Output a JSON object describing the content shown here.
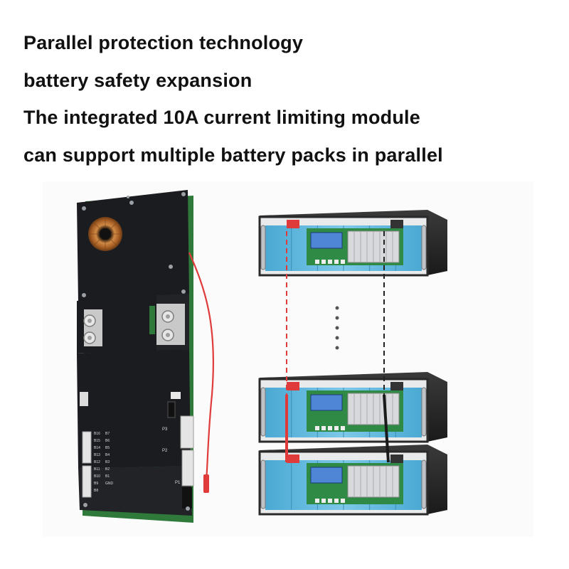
{
  "headline": {
    "line1": "Parallel protection technology",
    "line2": "battery safety expansion",
    "line3": "The integrated 10A current limiting module",
    "line4": "can support multiple battery packs in parallel"
  },
  "board": {
    "port_labels": [
      "B16",
      "B15",
      "B14",
      "B13",
      "B12",
      "B11",
      "B10",
      "B9",
      "B8",
      "B7",
      "B6",
      "B5",
      "B4",
      "B3",
      "B2",
      "B1",
      "GND"
    ],
    "connector_labels": [
      "P1",
      "P2",
      "P3"
    ]
  },
  "colors": {
    "text": "#111111",
    "board_black": "#1b1c1f",
    "pcb_green": "#2f7a3a",
    "wire_red": "#e03b3b",
    "cell_blue": "#5fb6dc",
    "lcd_blue": "#4f87d6",
    "copper": "#c67a35"
  }
}
